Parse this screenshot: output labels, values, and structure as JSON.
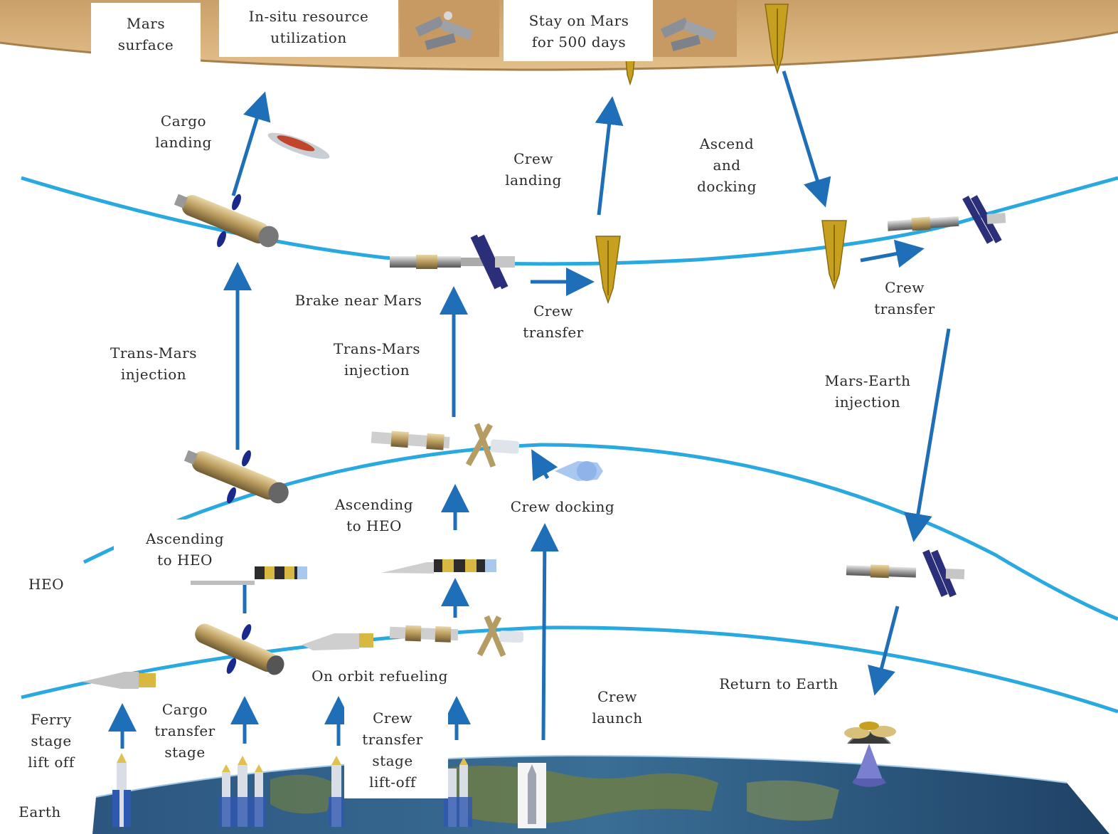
{
  "labels": {
    "mars_surface": "Mars\nsurface",
    "isru": "In-situ resource\nutilization",
    "stay_on_mars": "Stay on Mars\nfor 500 days",
    "cargo_landing": "Cargo\nlanding",
    "crew_landing": "Crew\nlanding",
    "ascend_docking": "Ascend\nand\ndocking",
    "brake_near_mars": "Brake near Mars",
    "crew_transfer_left": "Crew\ntransfer",
    "crew_transfer_right": "Crew\ntransfer",
    "tmi_left": "Trans-Mars\ninjection",
    "tmi_mid": "Trans-Mars\ninjection",
    "mars_earth_injection": "Mars-Earth\ninjection",
    "ascending_heo_mid": "Ascending\nto HEO",
    "crew_docking": "Crew docking",
    "ascending_heo_left": "Ascending\nto HEO",
    "heo": "HEO",
    "on_orbit_refueling": "On orbit refueling",
    "return_to_earth": "Return to Earth",
    "ferry_lift_off": "Ferry\nstage\nlift off",
    "cargo_transfer_stage": "Cargo\ntransfer\nstage",
    "crew_transfer_stage": "Crew\ntransfer\nstage\nlift-off",
    "crew_launch": "Crew\nlaunch",
    "earth": "Earth"
  },
  "colors": {
    "orbit": "#2aa9e0",
    "arrow": "#1f6fb8",
    "mars": "#d9b07a",
    "earth_ocean": "#27507a",
    "earth_land": "#6c7d46",
    "lander": "#c8a020"
  }
}
